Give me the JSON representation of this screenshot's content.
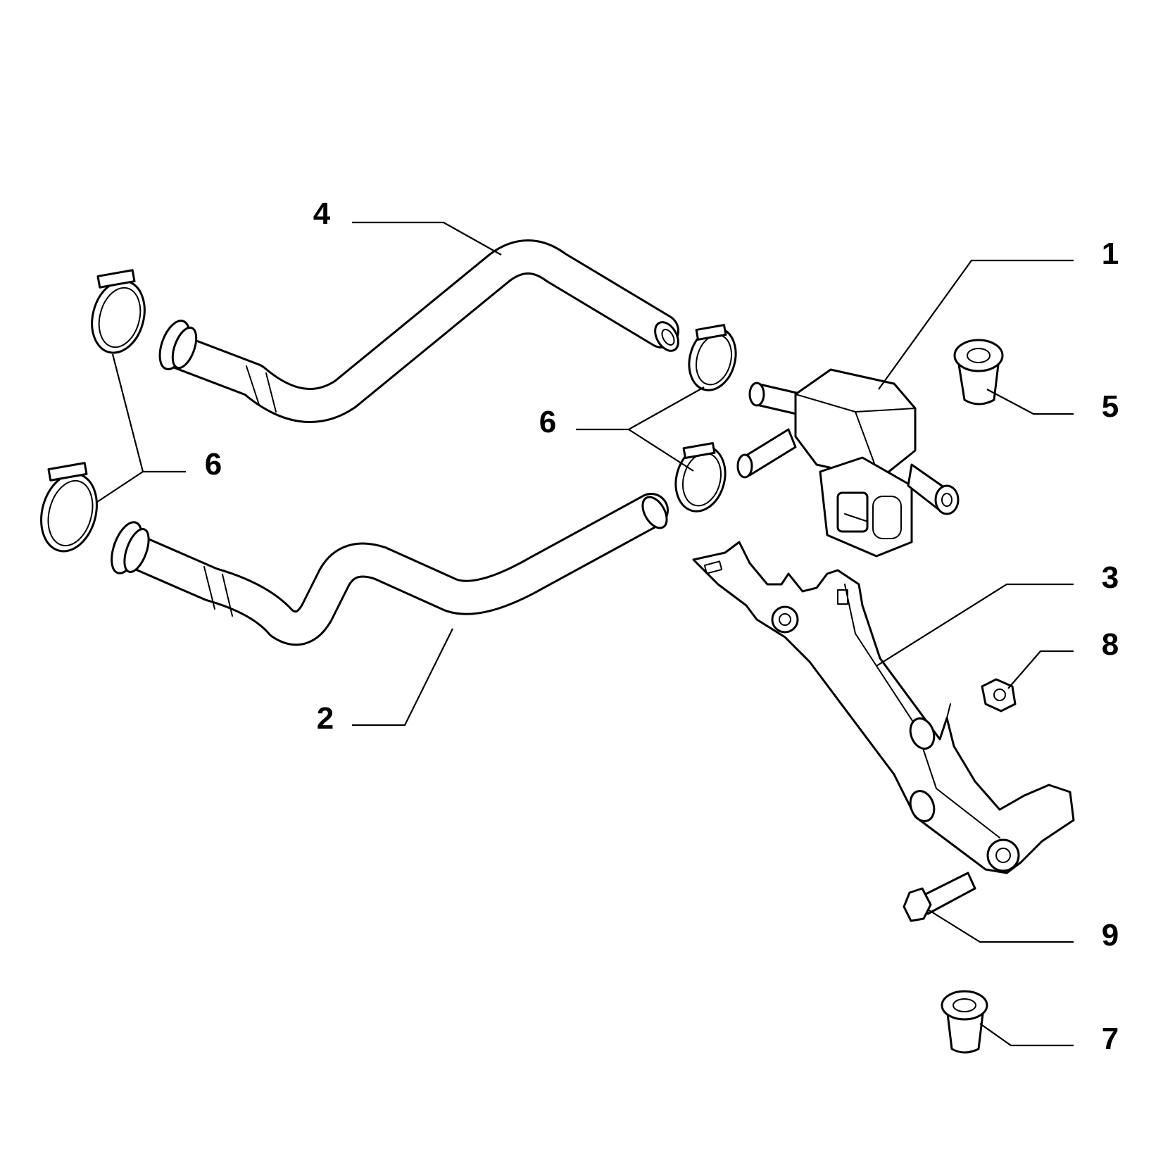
{
  "callouts": {
    "valve": "1",
    "lower_hose": "2",
    "bracket": "3",
    "upper_hose": "4",
    "grommet_upper": "5",
    "clamps_right": "6",
    "clamps_left": "6",
    "grommet_lower": "7",
    "nut": "8",
    "bolt": "9"
  }
}
